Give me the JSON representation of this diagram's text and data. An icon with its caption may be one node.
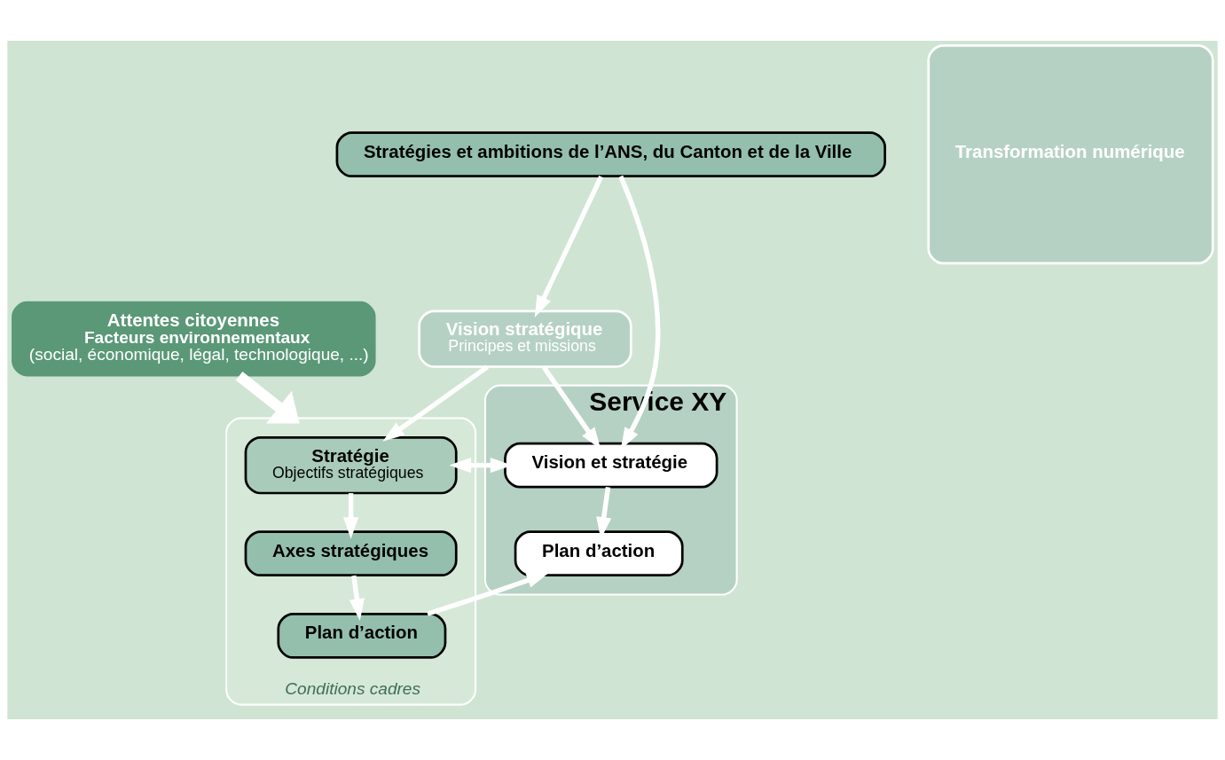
{
  "diagram": {
    "nodes": [
      {
        "text": [
          "Stratégies et ambitions de l’ANS, du Canton et de la Ville"
        ]
      },
      {
        "text": [
          "Vision stratégique",
          "Principes et missions"
        ]
      },
      {
        "text": [
          "Conditions cadres"
        ]
      },
      {
        "text": [
          "Stratégie",
          "Objectifs stratégiques"
        ],
        "in": 2
      },
      {
        "text": [
          "Axes stratégiques"
        ],
        "in": 2
      },
      {
        "text": [
          "Plan d’action"
        ],
        "in": 2
      },
      {
        "text": [
          "Service XY"
        ]
      },
      {
        "text": [
          "Vision et stratégie"
        ],
        "in": 6
      },
      {
        "text": [
          "Plan d’action"
        ],
        "in": 6
      },
      {
        "text": [
          "Transformation numérique"
        ]
      },
      {
        "text": [
          "Attentes citoyennes",
          "Facteurs environnementaux",
          "(social, économique, légal, technologique, ...)"
        ]
      }
    ],
    "edges": [
      {
        "from": 0,
        "to": 1,
        "arrow": "to"
      },
      {
        "from": 0,
        "to": 7,
        "arrow": "to"
      },
      {
        "from": 1,
        "to": 7,
        "arrow": "to"
      },
      {
        "from": 1,
        "to": 3,
        "arrow": "to"
      },
      {
        "from": 7,
        "to": 3,
        "arrow": "both"
      },
      {
        "from": 3,
        "to": 4,
        "arrow": "to"
      },
      {
        "from": 4,
        "to": 5,
        "arrow": "to"
      },
      {
        "from": 5,
        "to": 8,
        "arrow": "to"
      },
      {
        "from": 7,
        "to": 8,
        "arrow": "to"
      },
      {
        "from": 10,
        "to": 2,
        "arrow": "to",
        "style": "thick"
      }
    ]
  }
}
